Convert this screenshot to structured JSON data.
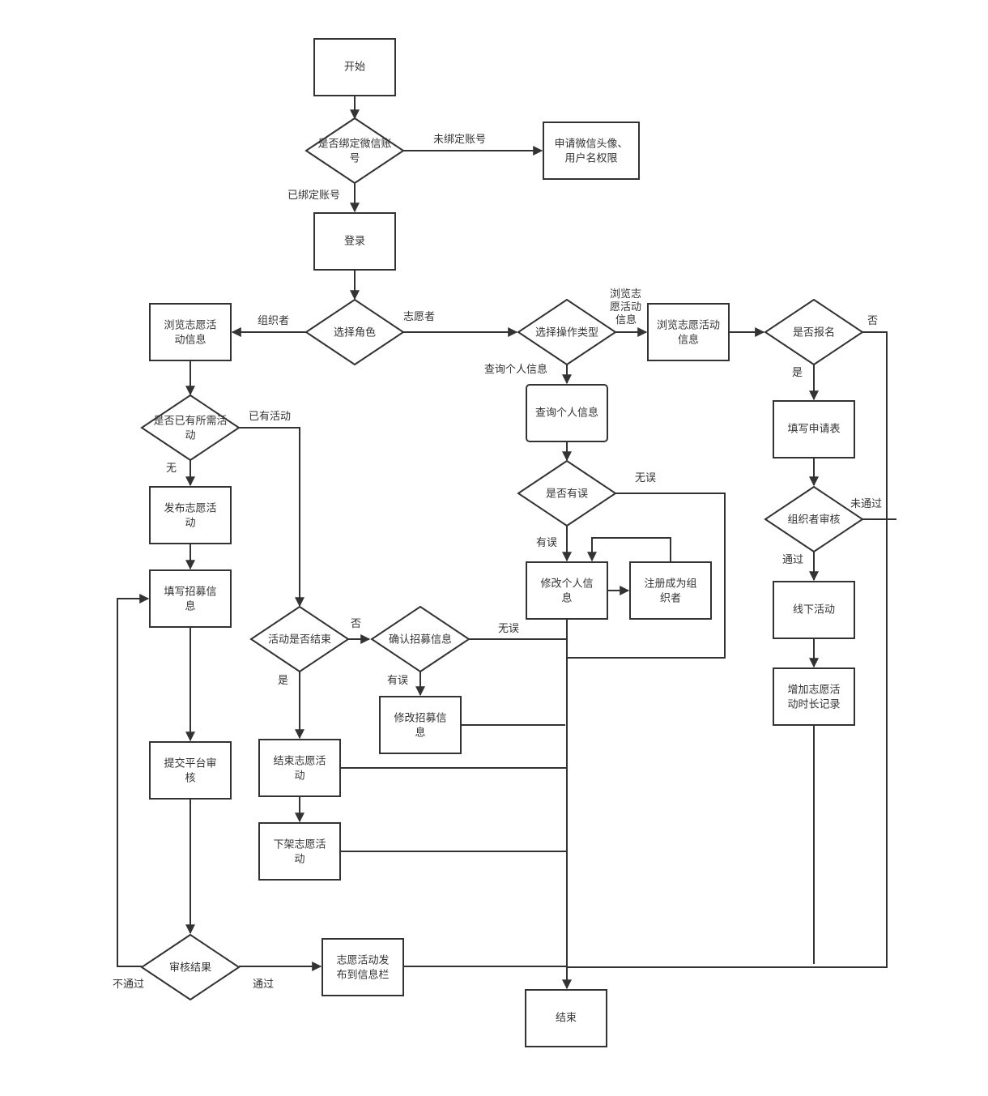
{
  "diagram": {
    "type": "flowchart",
    "colors": {
      "line": "#333333",
      "fill": "#ffffff",
      "text": "#333333",
      "background": "#ffffff"
    },
    "nodes": {
      "start": {
        "label": [
          "开始"
        ]
      },
      "check_wechat": {
        "label": [
          "是否绑定微信账",
          "号"
        ]
      },
      "request_permission": {
        "label": [
          "申请微信头像、",
          "用户名权限"
        ]
      },
      "login": {
        "label": [
          "登录"
        ]
      },
      "select_role": {
        "label": [
          "选择角色"
        ]
      },
      "org_browse": {
        "label": [
          "浏览志愿活",
          "动信息"
        ]
      },
      "has_activity": {
        "label": [
          "是否已有所需活",
          "动"
        ]
      },
      "publish_activity": {
        "label": [
          "发布志愿活",
          "动"
        ]
      },
      "fill_recruit": {
        "label": [
          "填写招募信",
          "息"
        ]
      },
      "submit_review": {
        "label": [
          "提交平台审",
          "核"
        ]
      },
      "review_result": {
        "label": [
          "审核结果"
        ]
      },
      "publish_to_board": {
        "label": [
          "志愿活动发",
          "布到信息栏"
        ]
      },
      "activity_ended": {
        "label": [
          "活动是否结束"
        ]
      },
      "confirm_recruit": {
        "label": [
          "确认招募信息"
        ]
      },
      "modify_recruit": {
        "label": [
          "修改招募信",
          "息"
        ]
      },
      "end_activity": {
        "label": [
          "结束志愿活",
          "动"
        ]
      },
      "remove_activity": {
        "label": [
          "下架志愿活",
          "动"
        ]
      },
      "select_op": {
        "label": [
          "选择操作类型"
        ]
      },
      "query_info": {
        "label": [
          "查询个人信息"
        ]
      },
      "has_error": {
        "label": [
          "是否有误"
        ]
      },
      "modify_info": {
        "label": [
          "修改个人信",
          "息"
        ]
      },
      "register_org": {
        "label": [
          "注册成为组",
          "织者"
        ]
      },
      "vol_browse": {
        "label": [
          "浏览志愿活动",
          "信息"
        ]
      },
      "signup": {
        "label": [
          "是否报名"
        ]
      },
      "fill_form": {
        "label": [
          "填写申请表"
        ]
      },
      "org_review": {
        "label": [
          "组织者审核"
        ]
      },
      "offline": {
        "label": [
          "线下活动"
        ]
      },
      "add_hours": {
        "label": [
          "增加志愿活",
          "动时长记录"
        ]
      },
      "end": {
        "label": [
          "结束"
        ]
      }
    },
    "edge_labels": {
      "not_bound": "未绑定账号",
      "bound": "已绑定账号",
      "organizer": "组织者",
      "volunteer": "志愿者",
      "has_activity_yes": "已有活动",
      "has_activity_no": "无",
      "not_ended": "否",
      "ended": "是",
      "recruit_ok": "无误",
      "recruit_err": "有误",
      "pass": "通过",
      "fail": "不通过",
      "browse_op": [
        "浏览志",
        "愿活动",
        "信息"
      ],
      "query_op": "查询个人信息",
      "info_ok": "无误",
      "info_err": "有误",
      "signup_yes": "是",
      "signup_no": "否",
      "org_pass": "通过",
      "org_fail": "未通过"
    }
  }
}
